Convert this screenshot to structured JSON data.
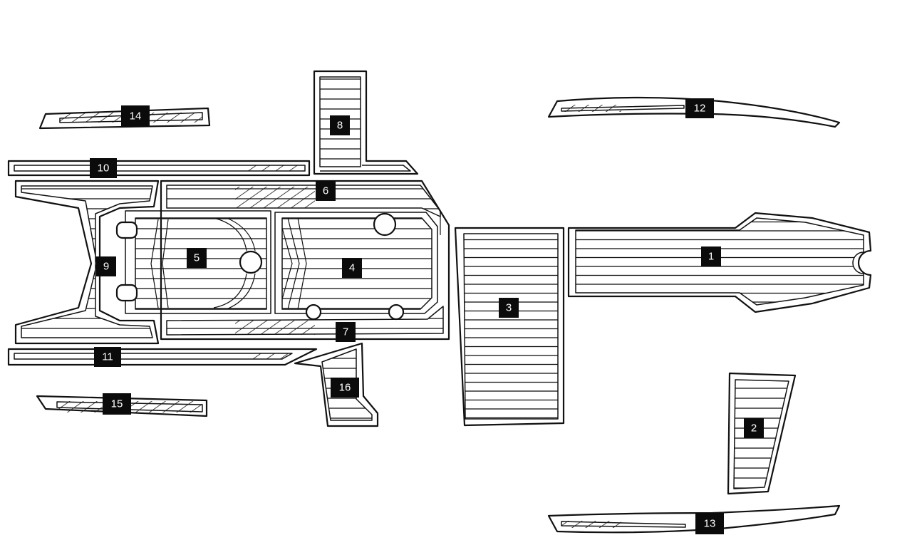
{
  "pad_labels": {
    "p1": "1",
    "p2": "2",
    "p3": "3",
    "p4": "4",
    "p5": "5",
    "p6": "6",
    "p7": "7",
    "p8": "8",
    "p9": "9",
    "p10": "10",
    "p11": "11",
    "p12": "12",
    "p13": "13",
    "p14": "14",
    "p15": "15",
    "p16": "16"
  }
}
